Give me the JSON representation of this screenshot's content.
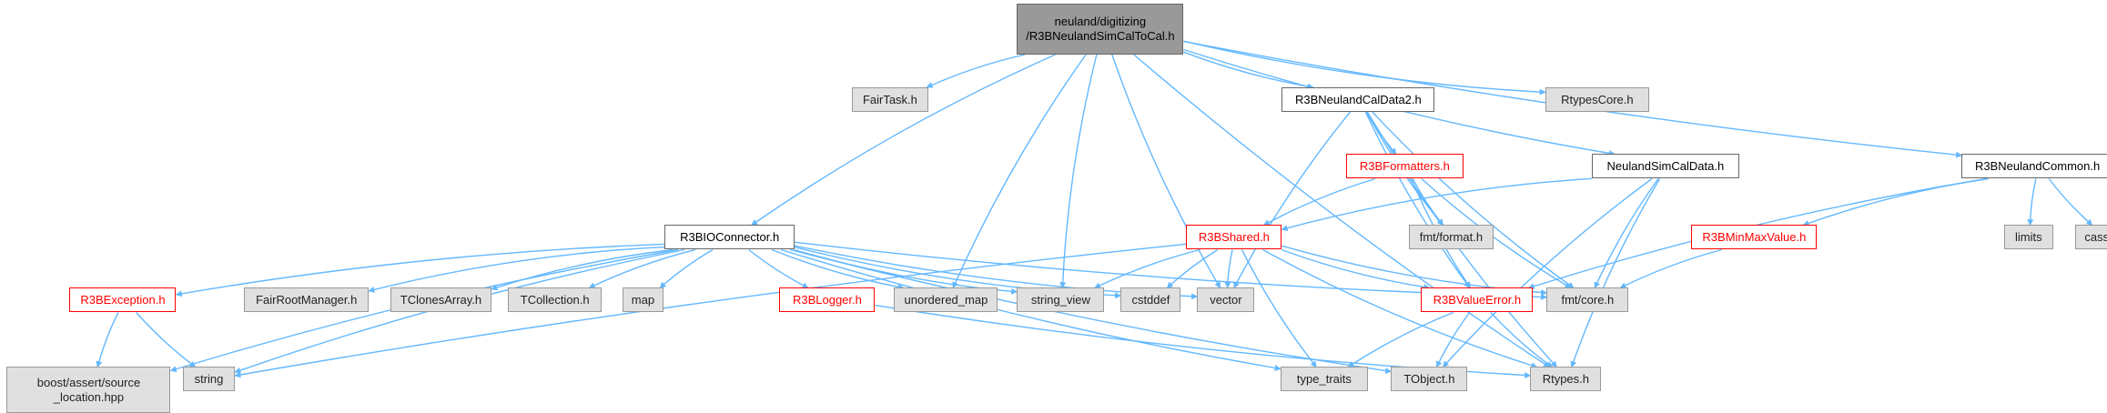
{
  "colors": {
    "edge": "#63b8ff",
    "highlight": "#ff0000",
    "external_fill": "#e0e0e0",
    "root_fill": "#999999"
  },
  "nodes": [
    {
      "id": "root",
      "label": "neuland/digitizing\n/R3BNeulandSimCalToCal.h",
      "kind": "root"
    },
    {
      "id": "fairtask",
      "label": "FairTask.h",
      "kind": "external"
    },
    {
      "id": "calData2",
      "label": "R3BNeulandCalData2.h",
      "kind": "documented"
    },
    {
      "id": "rtypesCore",
      "label": "RtypesCore.h",
      "kind": "external"
    },
    {
      "id": "ioConnector",
      "label": "R3BIOConnector.h",
      "kind": "documented"
    },
    {
      "id": "formatters",
      "label": "R3BFormatters.h",
      "kind": "highlighted"
    },
    {
      "id": "simCalData",
      "label": "NeulandSimCalData.h",
      "kind": "documented"
    },
    {
      "id": "common",
      "label": "R3BNeulandCommon.h",
      "kind": "documented"
    },
    {
      "id": "shared",
      "label": "R3BShared.h",
      "kind": "highlighted"
    },
    {
      "id": "fmtFormat",
      "label": "fmt/format.h",
      "kind": "external"
    },
    {
      "id": "minMax",
      "label": "R3BMinMaxValue.h",
      "kind": "highlighted"
    },
    {
      "id": "limits",
      "label": "limits",
      "kind": "external"
    },
    {
      "id": "cassert",
      "label": "cassert",
      "kind": "external"
    },
    {
      "id": "exception",
      "label": "R3BException.h",
      "kind": "highlighted"
    },
    {
      "id": "fairRootManager",
      "label": "FairRootManager.h",
      "kind": "external"
    },
    {
      "id": "tClonesArray",
      "label": "TClonesArray.h",
      "kind": "external"
    },
    {
      "id": "tCollection",
      "label": "TCollection.h",
      "kind": "external"
    },
    {
      "id": "map",
      "label": "map",
      "kind": "external"
    },
    {
      "id": "logger",
      "label": "R3BLogger.h",
      "kind": "highlighted"
    },
    {
      "id": "unorderedMap",
      "label": "unordered_map",
      "kind": "external"
    },
    {
      "id": "stringView",
      "label": "string_view",
      "kind": "external"
    },
    {
      "id": "cstddef",
      "label": "cstddef",
      "kind": "external"
    },
    {
      "id": "vector",
      "label": "vector",
      "kind": "external"
    },
    {
      "id": "valueError",
      "label": "R3BValueError.h",
      "kind": "highlighted"
    },
    {
      "id": "fmtCore",
      "label": "fmt/core.h",
      "kind": "external"
    },
    {
      "id": "boostAssert",
      "label": "boost/assert/source\n_location.hpp",
      "kind": "external"
    },
    {
      "id": "string",
      "label": "string",
      "kind": "external"
    },
    {
      "id": "typeTraits",
      "label": "type_traits",
      "kind": "external"
    },
    {
      "id": "tObject",
      "label": "TObject.h",
      "kind": "external"
    },
    {
      "id": "rtypes",
      "label": "Rtypes.h",
      "kind": "external"
    }
  ],
  "edges": [
    [
      "root",
      "fairtask"
    ],
    [
      "root",
      "calData2"
    ],
    [
      "root",
      "rtypesCore"
    ],
    [
      "root",
      "ioConnector"
    ],
    [
      "root",
      "simCalData"
    ],
    [
      "root",
      "common"
    ],
    [
      "root",
      "unorderedMap"
    ],
    [
      "root",
      "stringView"
    ],
    [
      "root",
      "vector"
    ],
    [
      "root",
      "rtypes"
    ],
    [
      "calData2",
      "formatters"
    ],
    [
      "calData2",
      "fmtFormat"
    ],
    [
      "calData2",
      "vector"
    ],
    [
      "calData2",
      "valueError"
    ],
    [
      "calData2",
      "fmtCore"
    ],
    [
      "calData2",
      "rtypes"
    ],
    [
      "formatters",
      "shared"
    ],
    [
      "formatters",
      "fmtFormat"
    ],
    [
      "formatters",
      "valueError"
    ],
    [
      "formatters",
      "fmtCore"
    ],
    [
      "simCalData",
      "shared"
    ],
    [
      "simCalData",
      "fmtCore"
    ],
    [
      "simCalData",
      "tObject"
    ],
    [
      "simCalData",
      "rtypes"
    ],
    [
      "common",
      "minMax"
    ],
    [
      "common",
      "limits"
    ],
    [
      "common",
      "cassert"
    ],
    [
      "common",
      "valueError"
    ],
    [
      "minMax",
      "fmtCore"
    ],
    [
      "shared",
      "stringView"
    ],
    [
      "shared",
      "cstddef"
    ],
    [
      "shared",
      "vector"
    ],
    [
      "shared",
      "valueError"
    ],
    [
      "shared",
      "fmtCore"
    ],
    [
      "shared",
      "string"
    ],
    [
      "shared",
      "typeTraits"
    ],
    [
      "shared",
      "rtypes"
    ],
    [
      "valueError",
      "typeTraits"
    ],
    [
      "valueError",
      "tObject"
    ],
    [
      "valueError",
      "rtypes"
    ],
    [
      "ioConnector",
      "exception"
    ],
    [
      "ioConnector",
      "fairRootManager"
    ],
    [
      "ioConnector",
      "tClonesArray"
    ],
    [
      "ioConnector",
      "tCollection"
    ],
    [
      "ioConnector",
      "map"
    ],
    [
      "ioConnector",
      "logger"
    ],
    [
      "ioConnector",
      "unorderedMap"
    ],
    [
      "ioConnector",
      "stringView"
    ],
    [
      "ioConnector",
      "cstddef"
    ],
    [
      "ioConnector",
      "vector"
    ],
    [
      "ioConnector",
      "fmtCore"
    ],
    [
      "ioConnector",
      "boostAssert"
    ],
    [
      "ioConnector",
      "string"
    ],
    [
      "ioConnector",
      "typeTraits"
    ],
    [
      "ioConnector",
      "tObject"
    ],
    [
      "exception",
      "boostAssert"
    ],
    [
      "exception",
      "string"
    ],
    [
      "logger",
      "rtypes"
    ]
  ]
}
